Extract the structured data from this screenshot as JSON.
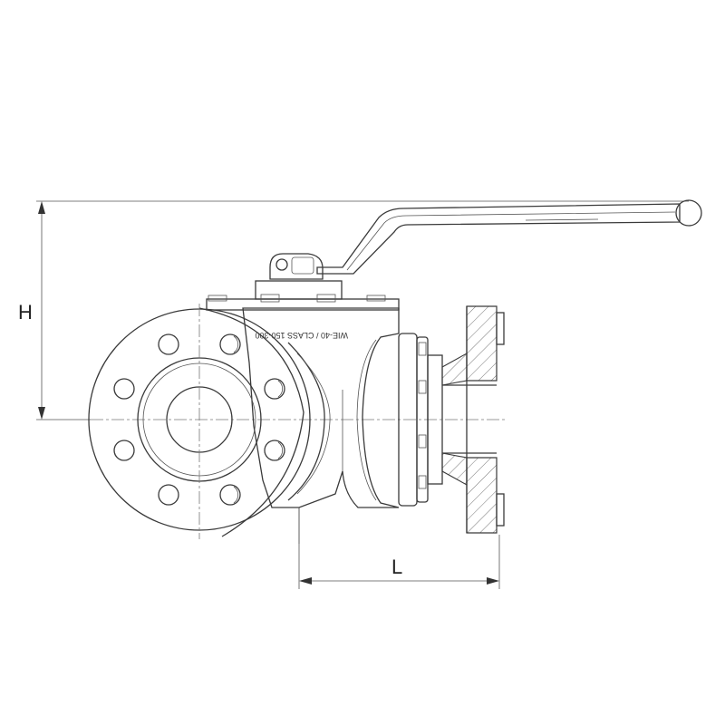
{
  "diagram": {
    "dimensions": {
      "height_label": "H",
      "length_label": "L"
    },
    "body_marking": "WIE-40 / CLASS 150-300",
    "colors": {
      "line": "#3a3a3a",
      "background": "#ffffff"
    }
  }
}
